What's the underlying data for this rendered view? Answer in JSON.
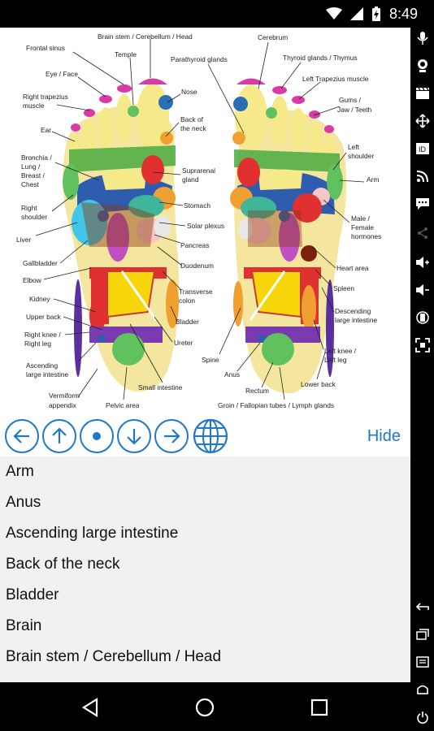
{
  "status_bar": {
    "time": "8:49"
  },
  "chart": {
    "labels": {
      "brain_stem": "Brain stem / Cerebellum / Head",
      "cerebrum": "Cerebrum",
      "frontal_sinus": "Frontal sinus",
      "temple": "Temple",
      "parathyroid": "Parathyroid glands",
      "thyroid": "Thyroid glands / Thymus",
      "eye_face": "Eye / Face",
      "left_trapezius": "Left Trapezius muscle",
      "right_trapezius_1": "Right trapezius",
      "right_trapezius_2": "muscle",
      "nose": "Nose",
      "gums_1": "Gums /",
      "gums_2": "Jaw / Teeth",
      "back_neck_1": "Back of",
      "back_neck_2": "the neck",
      "ear": "Ear",
      "left_shoulder_1": "Left",
      "left_shoulder_2": "shoulder",
      "bronchia_1": "Bronchia /",
      "bronchia_2": "Lung /",
      "bronchia_3": "Breast /",
      "bronchia_4": "Chest",
      "suprarenal_1": "Suprarenal",
      "suprarenal_2": "gland",
      "arm": "Arm",
      "right_shoulder_1": "Right",
      "right_shoulder_2": "shoulder",
      "stomach": "Stomach",
      "male_female_1": "Male /",
      "male_female_2": "Female",
      "male_female_3": "hormones",
      "solar_plexus": "Solar plexus",
      "liver": "Liver",
      "pancreas": "Pancreas",
      "gallbladder": "Gallbladder",
      "duodenum": "Duodenum",
      "heart_area": "Heart area",
      "elbow": "Elbow",
      "spleen": "Spleen",
      "kidney": "Kidney",
      "transverse_1": "Transverse",
      "transverse_2": "colon",
      "upper_back": "Upper back",
      "descending_1": "Descending",
      "descending_2": "large intestine",
      "bladder": "Bladder",
      "right_knee_1": "Right knee /",
      "right_knee_2": "Right leg",
      "ureter": "Ureter",
      "left_knee_1": "Left knee /",
      "left_knee_2": "Left leg",
      "spine": "Spine",
      "ascending_1": "Ascending",
      "ascending_2": "large intestine",
      "anus": "Anus",
      "rectum": "Rectum",
      "lower_back": "Lower back",
      "small_intestine": "Small intestine",
      "vermiform_1": "Vermiform",
      "vermiform_2": "appendix",
      "pelvic": "Pelvic area",
      "groin": "Groin / Fallopian tubes / Lymph glands"
    }
  },
  "toolbar": {
    "buttons": [
      "arrow-left",
      "arrow-up",
      "center",
      "arrow-down",
      "arrow-right",
      "globe"
    ],
    "hide_label": "Hide"
  },
  "list": {
    "items": [
      "Arm",
      "Anus",
      "Ascending large intestine",
      "Back of the neck",
      "Bladder",
      "Brain",
      "Brain stem / Cerebellum / Head"
    ]
  },
  "colors": {
    "accent": "#1e78c8",
    "list_bg": "#f1f1f1"
  }
}
